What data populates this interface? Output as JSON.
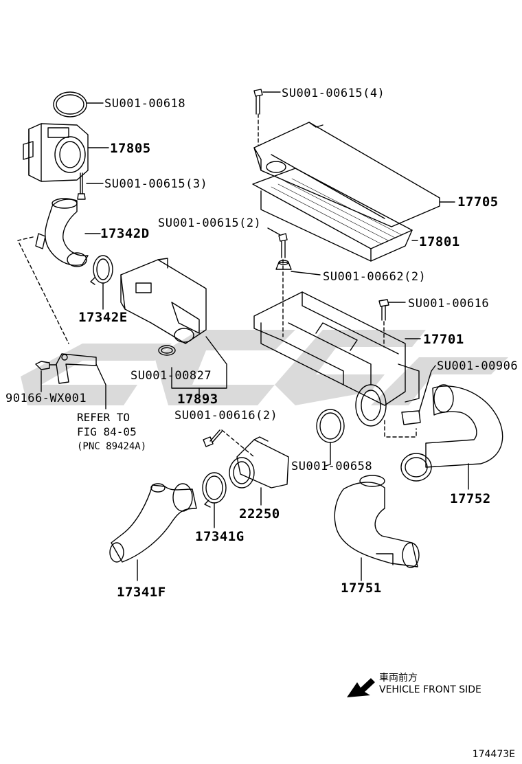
{
  "labels": {
    "su_00618": "SU001-00618",
    "p17805": "17805",
    "su_00615_3": "SU001-00615(3)",
    "p17342d": "17342D",
    "p17342e": "17342E",
    "su_00615_4": "SU001-00615(4)",
    "p17705": "17705",
    "su_00615_2": "SU001-00615(2)",
    "p17801": "17801",
    "su_00662_2": "SU001-00662(2)",
    "su_00616": "SU001-00616",
    "p17701": "17701",
    "su_00906": "SU001-00906",
    "su_00827": "SU001-00827",
    "p17893": "17893",
    "p90166": "90166-WX001",
    "su_00616_2": "SU001-00616(2)",
    "su_00658": "SU001-00658",
    "p17752": "17752",
    "p22250": "22250",
    "p17341g": "17341G",
    "p17751": "17751",
    "p17341f": "17341F"
  },
  "refer": {
    "line1": "REFER TO",
    "line2": "FIG 84-05",
    "line3": "(PNC 89424A)"
  },
  "legend": {
    "jp": "車両前方",
    "en": "VEHICLE FRONT SIDE"
  },
  "figure_id": "174473E",
  "colors": {
    "line": "#000000",
    "watermark": "#d0d0d0"
  }
}
